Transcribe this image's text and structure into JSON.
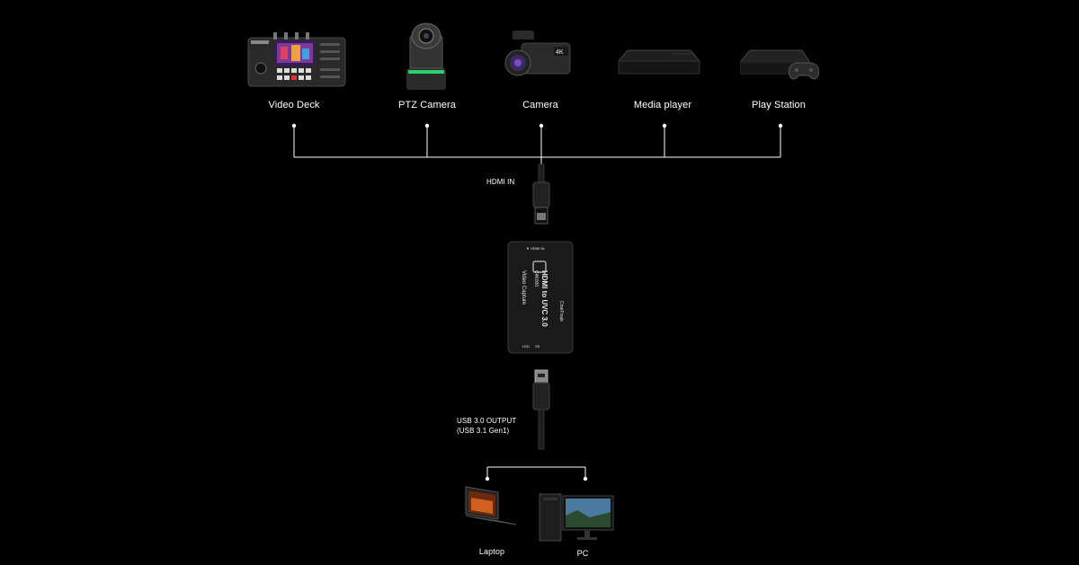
{
  "sources": [
    {
      "id": "video-deck",
      "label": "Video Deck",
      "icon": "video-deck-device-icon"
    },
    {
      "id": "ptz-camera",
      "label": "PTZ Camera",
      "icon": "ptz-camera-icon"
    },
    {
      "id": "camera",
      "label": "Camera",
      "icon": "camcorder-icon"
    },
    {
      "id": "media-player",
      "label": "Media player",
      "icon": "media-player-box-icon"
    },
    {
      "id": "play-station",
      "label": "Play Station",
      "icon": "game-console-icon"
    }
  ],
  "input": {
    "label": "HDMI IN",
    "icon": "hdmi-connector-icon"
  },
  "capture_device": {
    "brand": "CineTreak",
    "title": "HDMI to UVC 3.0",
    "subtitle": "Video Capture",
    "model": "C4K000",
    "port_label": "HDMI IN",
    "led_label": "LED",
    "usb_label": "SS",
    "icon": "capture-card-device-icon"
  },
  "output": {
    "label_line1": "USB 3.0 OUTPUT",
    "label_line2": "(USB 3.1 Gen1)",
    "icon": "usb-a-connector-icon"
  },
  "targets": [
    {
      "id": "laptop",
      "label": "Laptop",
      "icon": "laptop-icon"
    },
    {
      "id": "pc",
      "label": "PC",
      "icon": "desktop-pc-icon"
    }
  ],
  "colors": {
    "background": "#000000",
    "line": "#ffffff",
    "text": "#ffffff",
    "device_body": "#1a1a1a"
  }
}
